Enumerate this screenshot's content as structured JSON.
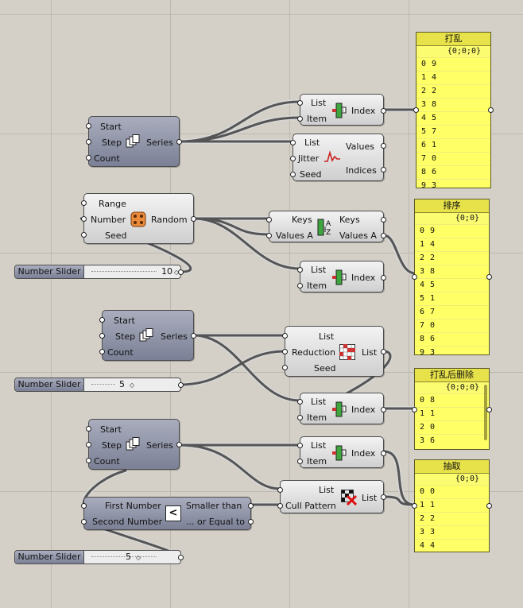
{
  "series1": {
    "inputs": [
      "Start",
      "Step",
      "Count"
    ],
    "output": "Series"
  },
  "series2": {
    "inputs": [
      "Start",
      "Step",
      "Count"
    ],
    "output": "Series"
  },
  "series3": {
    "inputs": [
      "Start",
      "Step",
      "Count"
    ],
    "output": "Series"
  },
  "random": {
    "inputs": [
      "Range",
      "Number",
      "Seed"
    ],
    "output": "Random"
  },
  "jitter": {
    "inputs": [
      "List",
      "Jitter",
      "Seed"
    ],
    "outputs": [
      "Values",
      "Indices"
    ]
  },
  "sort": {
    "inputs": [
      "Keys",
      "Values A"
    ],
    "outputs": [
      "Keys",
      "Values A"
    ]
  },
  "reduce": {
    "inputs": [
      "List",
      "Reduction",
      "Seed"
    ],
    "output": "List"
  },
  "compare": {
    "inputs": [
      "First Number",
      "Second Number"
    ],
    "outputs": [
      "Smaller than",
      "... or Equal to"
    ],
    "symbol": "<"
  },
  "cull": {
    "inputs": [
      "List",
      "Cull Pattern"
    ],
    "output": "List"
  },
  "list_item": {
    "inputs": [
      "List",
      "Item"
    ],
    "output": "Index"
  },
  "sliders": [
    {
      "name": "Number Slider",
      "value": "10"
    },
    {
      "name": "Number Slider",
      "value": "5"
    },
    {
      "name": "Number Slider",
      "value": "5"
    }
  ],
  "panels": [
    {
      "title": "打乱",
      "path": "{0;0;0}",
      "rows": [
        [
          "0",
          "9"
        ],
        [
          "1",
          "4"
        ],
        [
          "2",
          "2"
        ],
        [
          "3",
          "8"
        ],
        [
          "4",
          "5"
        ],
        [
          "5",
          "7"
        ],
        [
          "6",
          "1"
        ],
        [
          "7",
          "0"
        ],
        [
          "8",
          "6"
        ],
        [
          "9",
          "3"
        ]
      ]
    },
    {
      "title": "排序",
      "path": "{0;0}",
      "rows": [
        [
          "0",
          "9"
        ],
        [
          "1",
          "4"
        ],
        [
          "2",
          "2"
        ],
        [
          "3",
          "8"
        ],
        [
          "4",
          "5"
        ],
        [
          "5",
          "1"
        ],
        [
          "6",
          "7"
        ],
        [
          "7",
          "0"
        ],
        [
          "8",
          "6"
        ],
        [
          "9",
          "3"
        ]
      ]
    },
    {
      "title": "打乱后删除",
      "path": "{0;0;0}",
      "rows": [
        [
          "0",
          "8"
        ],
        [
          "1",
          "1"
        ],
        [
          "2",
          "0"
        ],
        [
          "3",
          "6"
        ]
      ]
    },
    {
      "title": "抽取",
      "path": "{0;0}",
      "rows": [
        [
          "0",
          "0"
        ],
        [
          "1",
          "1"
        ],
        [
          "2",
          "2"
        ],
        [
          "3",
          "3"
        ],
        [
          "4",
          "4"
        ]
      ]
    }
  ],
  "colors": {
    "canvas": "#d4d0c8",
    "panel": "#ffff66",
    "component": "#cfcfcf",
    "dark_component": "#7b8096",
    "wire": "#555555"
  },
  "icons": {
    "series": "series-icon",
    "item": "list-item-icon",
    "jitter": "jitter-icon",
    "random": "dice-icon",
    "sort": "sort-icon",
    "reduce": "reduce-grid-icon",
    "compare": "less-than-icon",
    "cull": "cull-pattern-icon"
  }
}
